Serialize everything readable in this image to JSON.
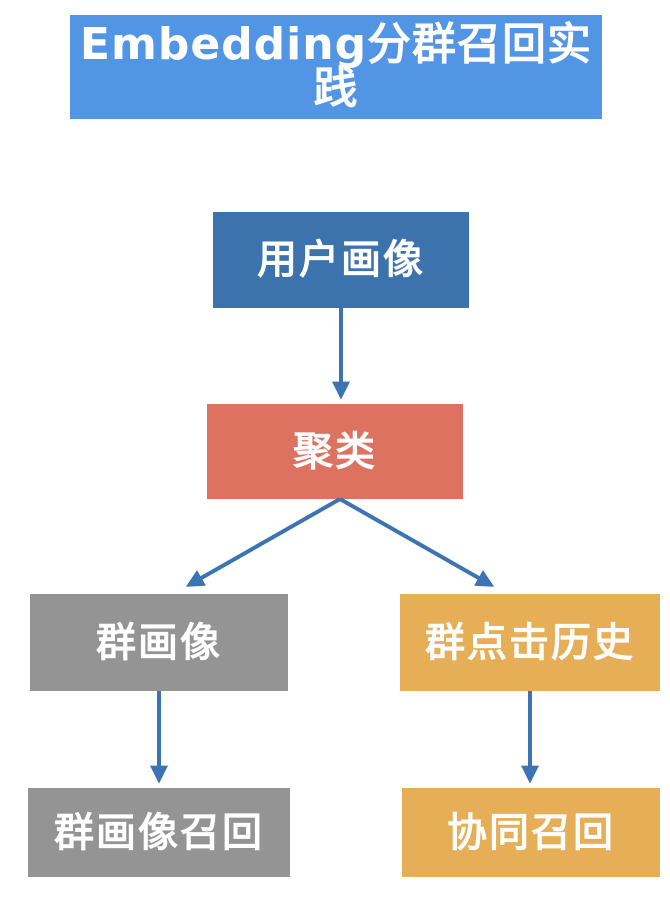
{
  "title": "Embedding分群召回实践",
  "nodes": {
    "user_profile": {
      "label": "用户画像",
      "color": "#3d73ac"
    },
    "clustering": {
      "label": "聚类",
      "color": "#dd7261"
    },
    "group_profile": {
      "label": "群画像",
      "color": "#949494"
    },
    "group_click_history": {
      "label": "群点击历史",
      "color": "#e6ae56"
    },
    "group_profile_recall": {
      "label": "群画像召回",
      "color": "#949494"
    },
    "collaborative_recall": {
      "label": "协同召回",
      "color": "#e6ae56"
    }
  },
  "edges": [
    {
      "from": "user_profile",
      "to": "clustering"
    },
    {
      "from": "clustering",
      "to": "group_profile"
    },
    {
      "from": "clustering",
      "to": "group_click_history"
    },
    {
      "from": "group_profile",
      "to": "group_profile_recall"
    },
    {
      "from": "group_click_history",
      "to": "collaborative_recall"
    }
  ],
  "colors": {
    "title_bg": "#5295e5",
    "arrow": "#3b74b1",
    "text": "#ffffff",
    "background": "#ffffff"
  }
}
